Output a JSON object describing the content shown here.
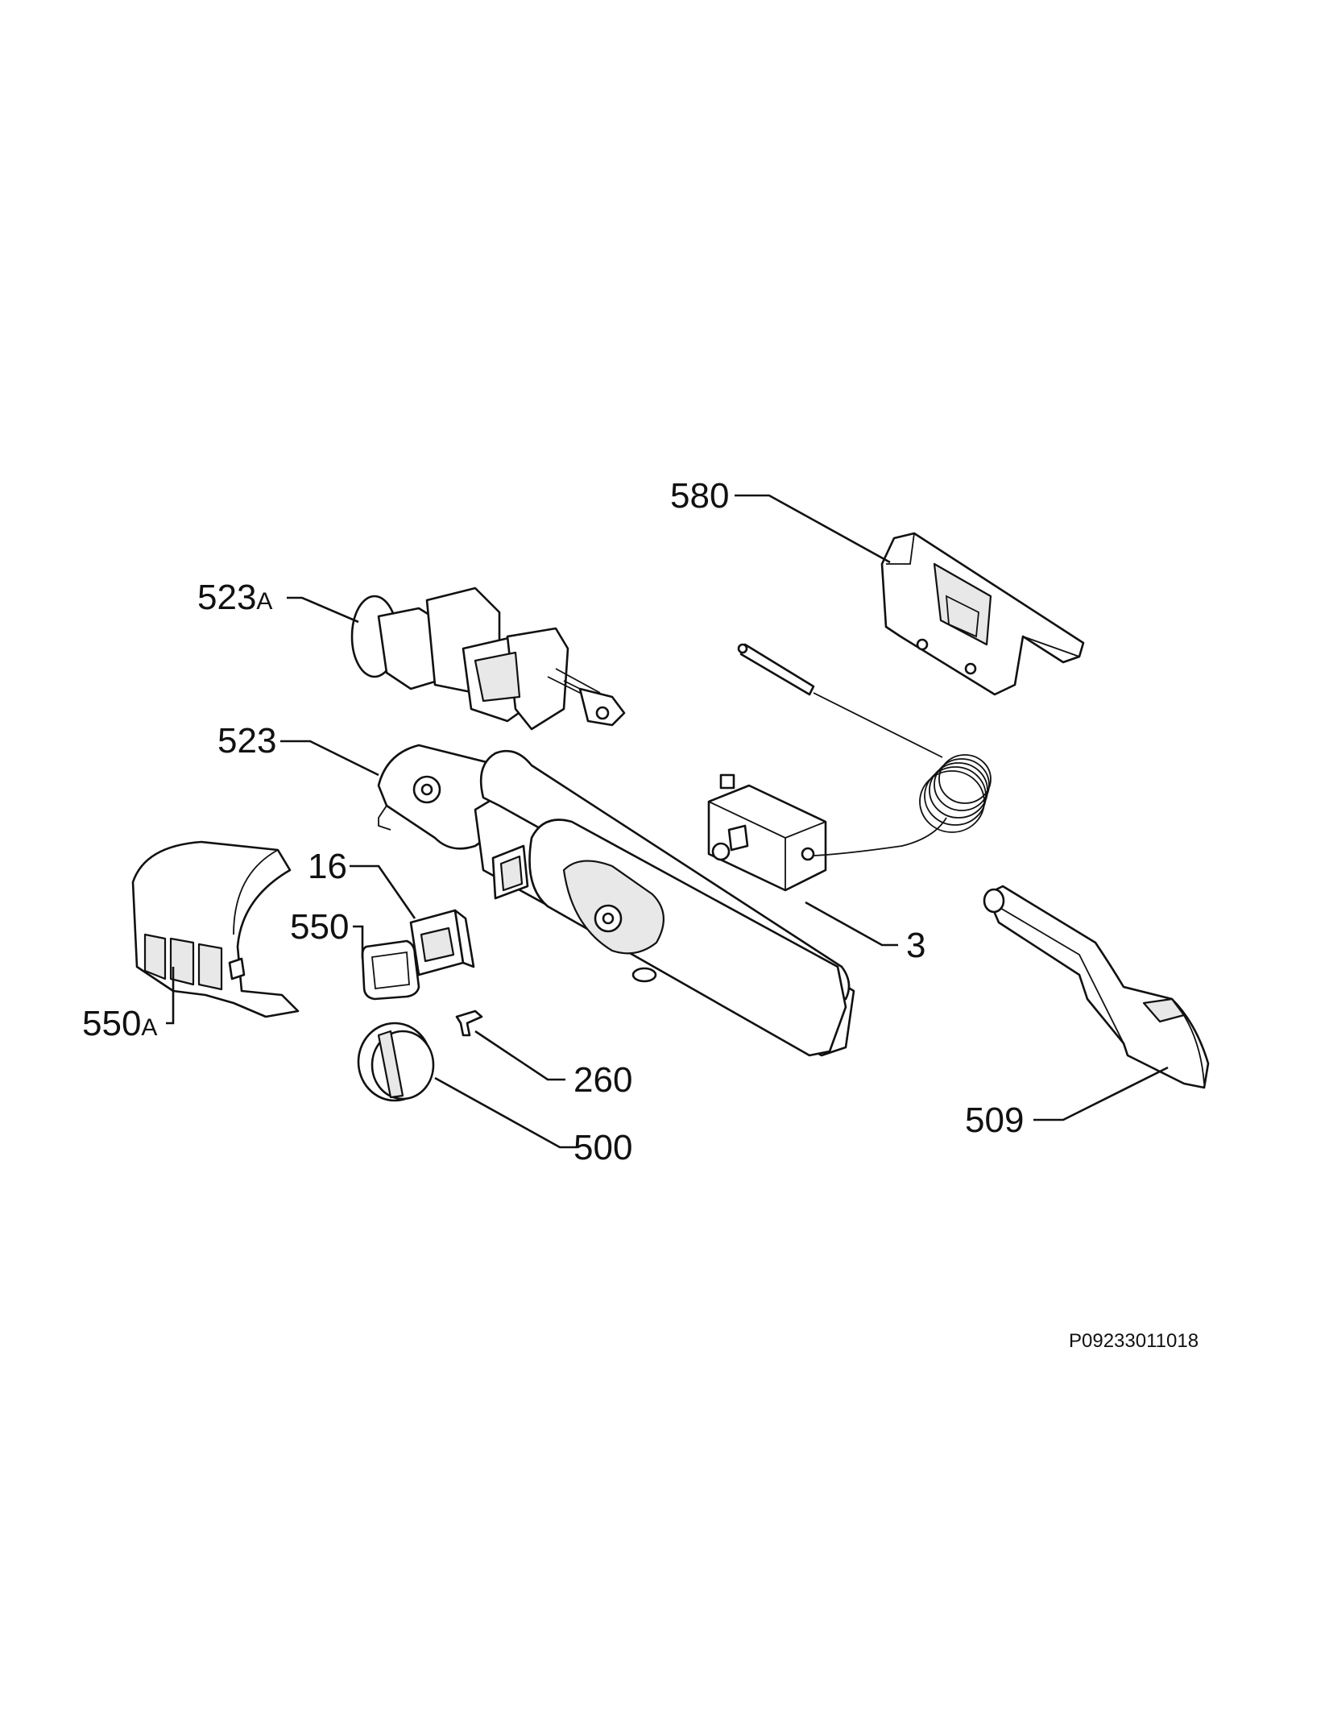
{
  "callouts": {
    "c580": "580",
    "c523A": "523",
    "c523A_suffix": "A",
    "c523": "523",
    "c16": "16",
    "c550": "550",
    "c550A": "550",
    "c550A_suffix": "A",
    "c3": "3",
    "c260": "260",
    "c500": "500",
    "c509": "509"
  },
  "drawing_code": "P09233011018"
}
